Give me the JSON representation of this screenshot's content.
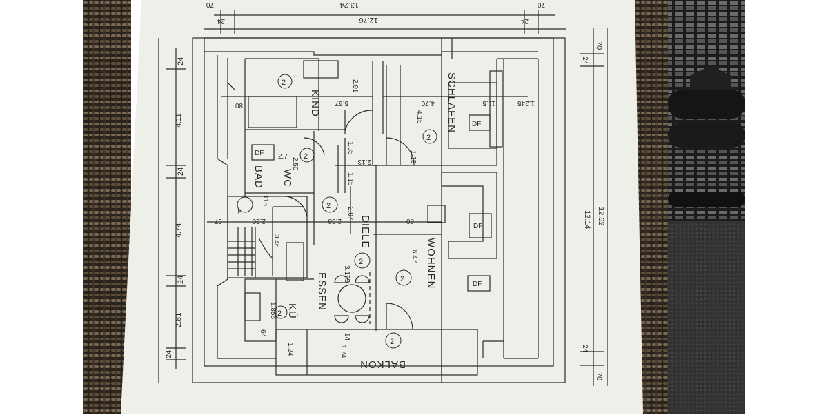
{
  "colors": {
    "page_background": "#ffffff",
    "paper": "#efefea",
    "ink": "#2a2a2a",
    "mat_light": "#6a5a46",
    "mat_dark": "#2a231c",
    "hose": "#1a1a1a",
    "carpet": "#3c3c3c"
  },
  "top_dimensions": {
    "total_outer": "13.24",
    "total_inner": "12.76",
    "left_wall": "24",
    "right_wall": "24",
    "left_edge": "70",
    "right_edge": "70"
  },
  "left_dimensions": [
    "24",
    "4.11",
    "24",
    "4.74",
    "24",
    "2.81",
    "24"
  ],
  "right_dimensions": [
    "70",
    "24",
    "12.14",
    "12.62",
    "24",
    "70"
  ],
  "rooms": {
    "kind": {
      "name": "KIND",
      "number": "2",
      "dims": [
        "5.67",
        "2.91",
        "80"
      ]
    },
    "schlafen": {
      "name": "SCHLAFEN",
      "number": "2",
      "dims": [
        "4.70",
        "4.15",
        "11.5",
        "1.245",
        "DF"
      ]
    },
    "bad": {
      "name": "BAD",
      "dims": [
        "DF",
        "2.50",
        "2.7"
      ]
    },
    "wc": {
      "name": "WC"
    },
    "flur": {
      "number": "2",
      "dims": [
        "1.35",
        "1.15",
        "2.13",
        "1.15"
      ]
    },
    "treppe": {
      "number": "4",
      "dims": [
        "2.20",
        "3.46",
        "67",
        "115"
      ]
    },
    "diele": {
      "name": "DIELE",
      "number": "2",
      "dims": [
        "2.68",
        "2.07",
        "80"
      ]
    },
    "wohnen": {
      "name": "WOHNEN",
      "number": "2",
      "dims": [
        "6.47",
        "DF",
        "DF"
      ]
    },
    "essen": {
      "name": "ESSEN",
      "number": "2",
      "dims": [
        "3.175"
      ]
    },
    "kueche": {
      "name": "KÜ",
      "number": "2",
      "dims": [
        "1.855",
        "64"
      ]
    },
    "balkon": {
      "name": "BALKON",
      "number": "2",
      "dims": [
        "1.74",
        "14",
        "1.24"
      ]
    }
  }
}
